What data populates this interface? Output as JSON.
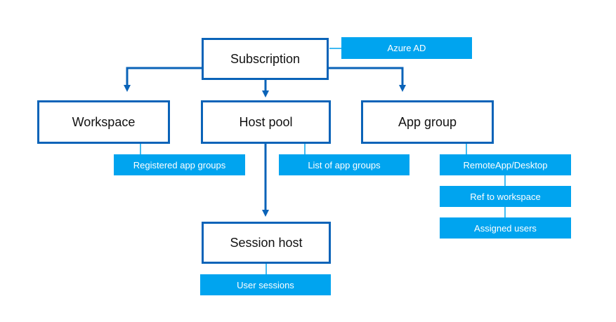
{
  "diagram": {
    "colors": {
      "box_border": "#0a63b8",
      "arrow": "#0a63b8",
      "tag_fill": "#00a4ef",
      "tag_text": "#ffffff",
      "connector": "#00a4ef"
    },
    "nodes": {
      "subscription": "Subscription",
      "workspace": "Workspace",
      "host_pool": "Host pool",
      "app_group": "App group",
      "session_host": "Session host"
    },
    "tags": {
      "azure_ad": "Azure AD",
      "registered_app_groups": "Registered app groups",
      "list_of_app_groups": "List of app groups",
      "remoteapp_desktop": "RemoteApp/Desktop",
      "ref_to_workspace": "Ref to workspace",
      "assigned_users": "Assigned users",
      "user_sessions": "User sessions"
    }
  }
}
